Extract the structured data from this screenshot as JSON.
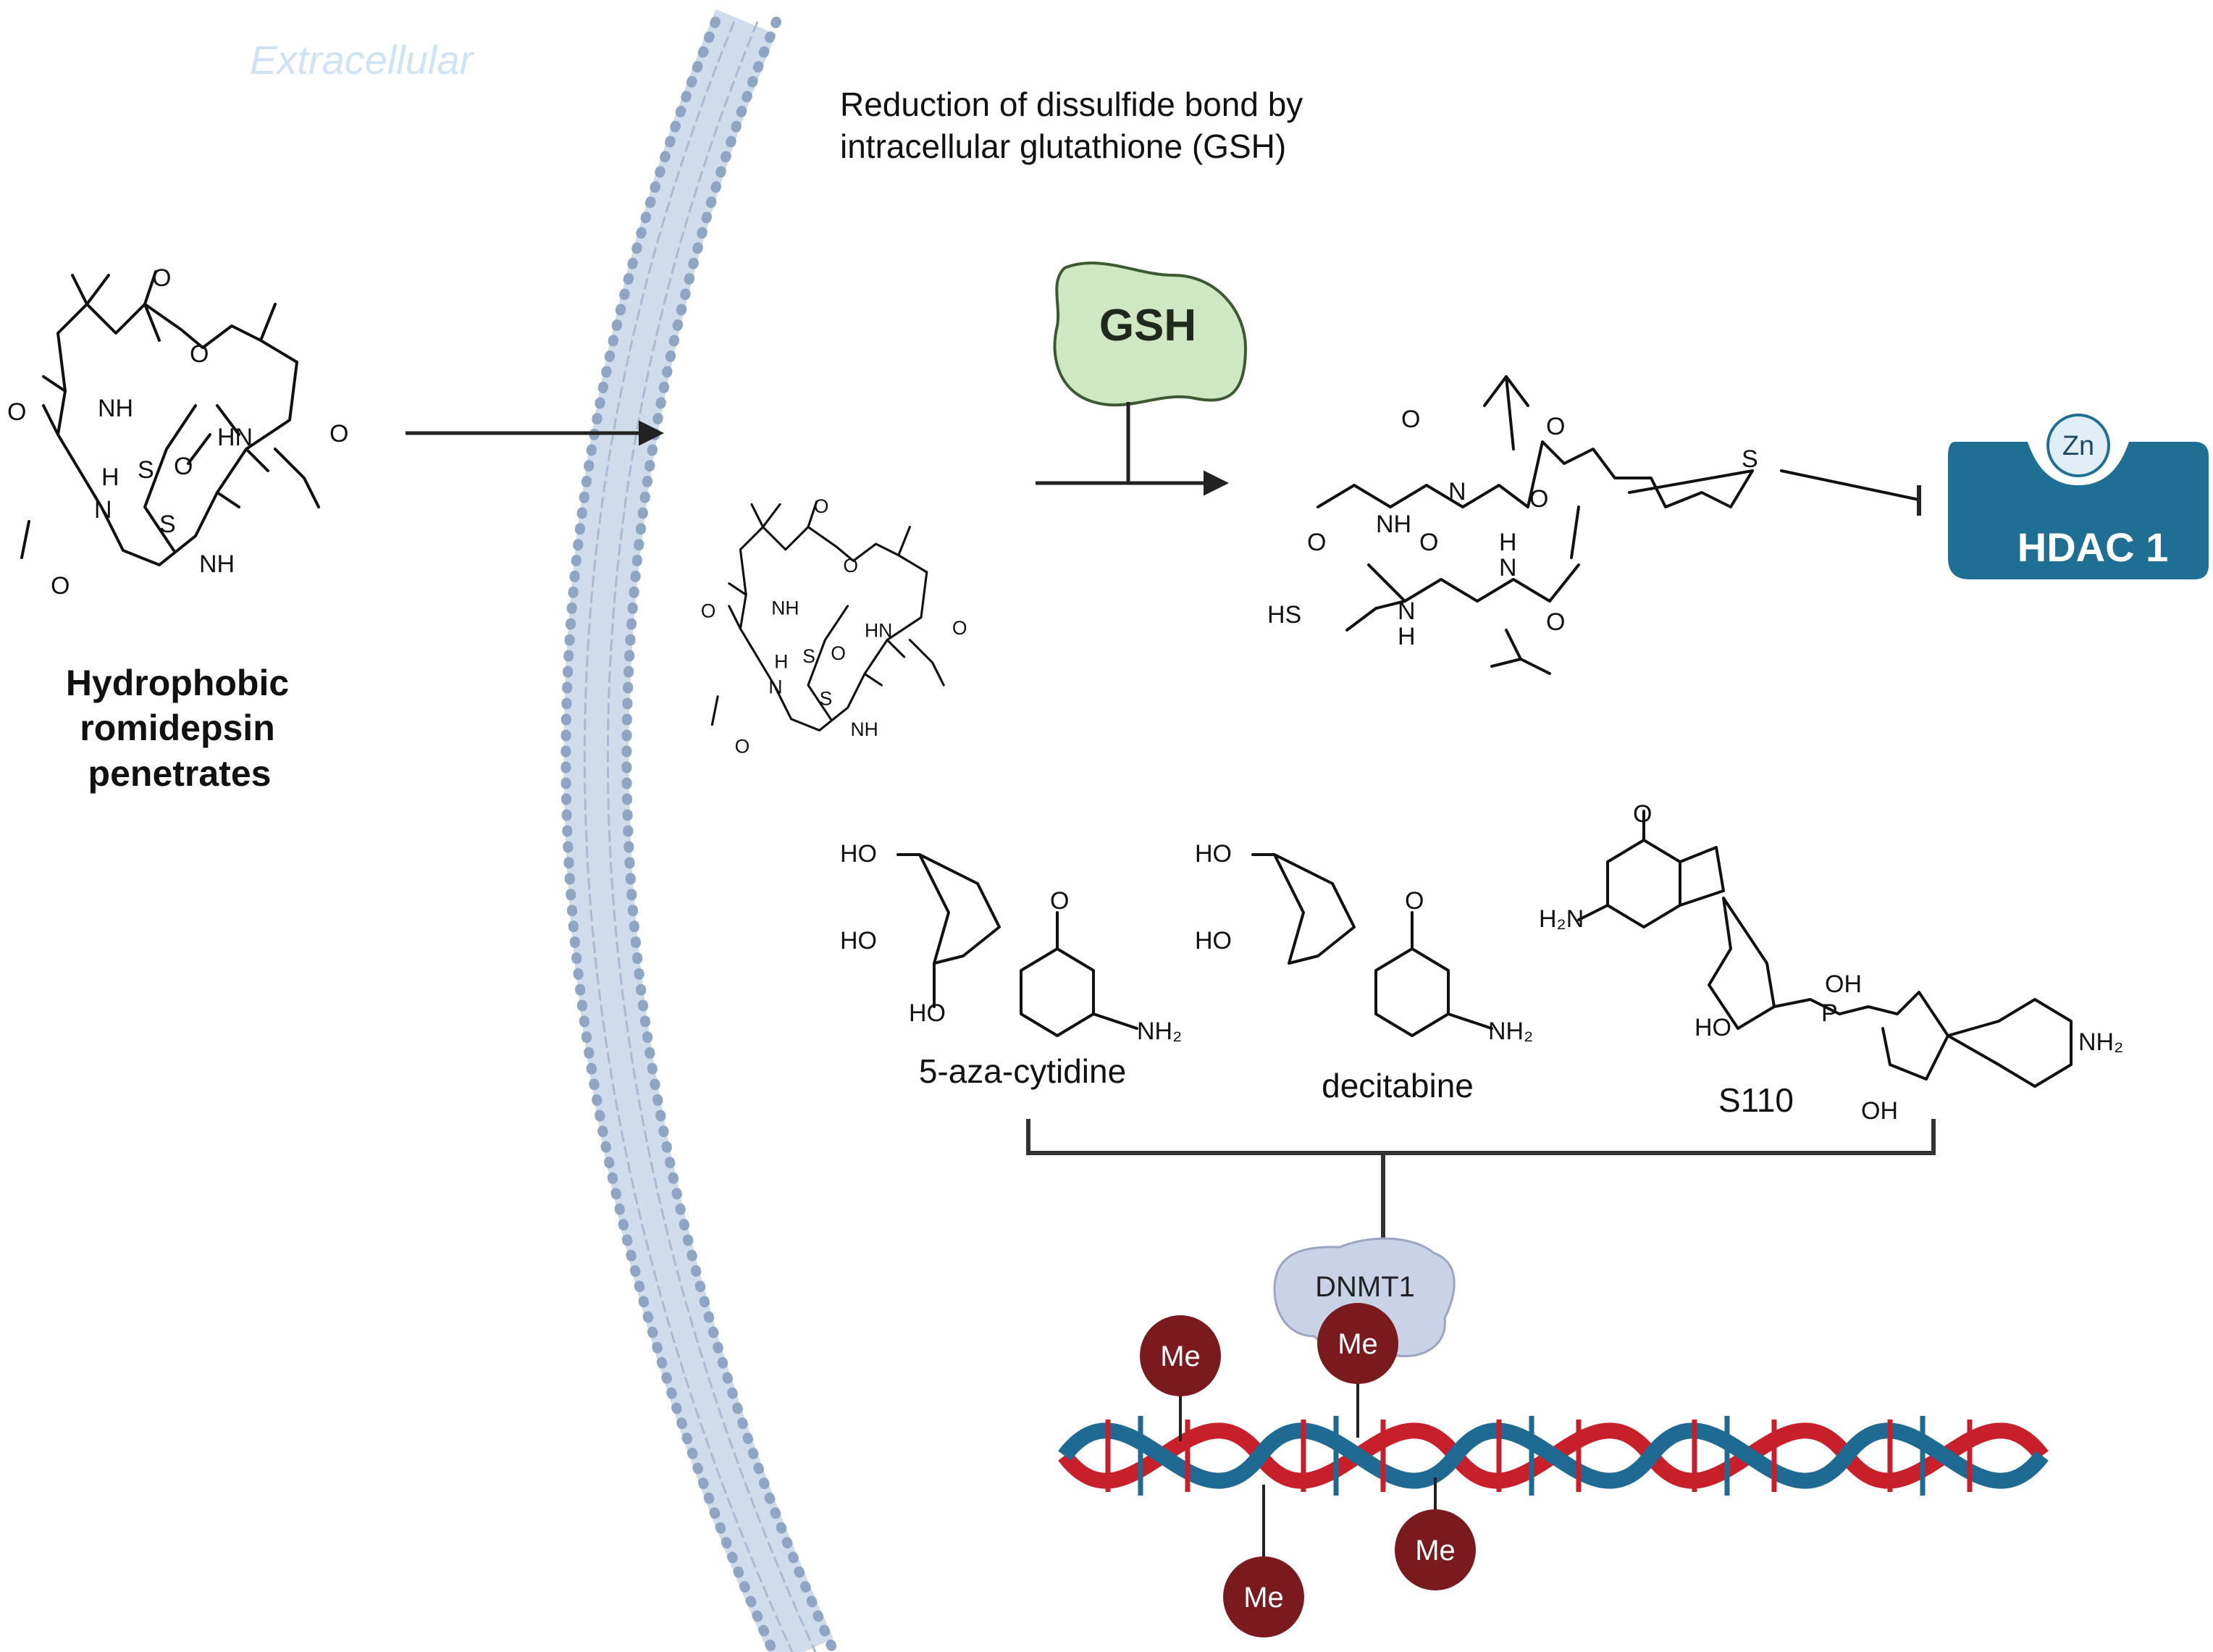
{
  "labels": {
    "extracellular": "Extracellular",
    "reduction_line1": "Reduction of dissulfide bond by",
    "reduction_line2": "intracellular glutathione (GSH)",
    "hydrophobic_line1": "Hydrophobic",
    "hydrophobic_line2": "romidepsin",
    "hydrophobic_line3": "penetrates",
    "gsh": "GSH",
    "zn": "Zn",
    "hdac": "HDAC 1",
    "dnmt": "DNMT1",
    "drug1": "5-aza-cytidine",
    "drug2": "decitabine",
    "drug3": "S110",
    "me": "Me"
  },
  "colors": {
    "membrane": "#8ea6c4",
    "membrane_inner": "#cfdcec",
    "extracellular_text": "#cfe3f3",
    "gsh_fill": "#cfe8c4",
    "gsh_stroke": "#3c5a32",
    "hdac_fill": "#1f6f94",
    "zn_fill": "#e2eef6",
    "dnmt_fill": "#c9d2e6",
    "me_fill": "#7a1a1e",
    "dna_blue": "#1e6a93",
    "dna_red": "#c8202b"
  },
  "chem": {
    "O": "O",
    "NH": "NH",
    "HN": "HN",
    "N": "N",
    "H": "H",
    "S": "S",
    "HS": "HS",
    "HO": "HO",
    "OH": "OH",
    "NH2": "NH₂",
    "H2N": "H₂N",
    "P": "P"
  }
}
